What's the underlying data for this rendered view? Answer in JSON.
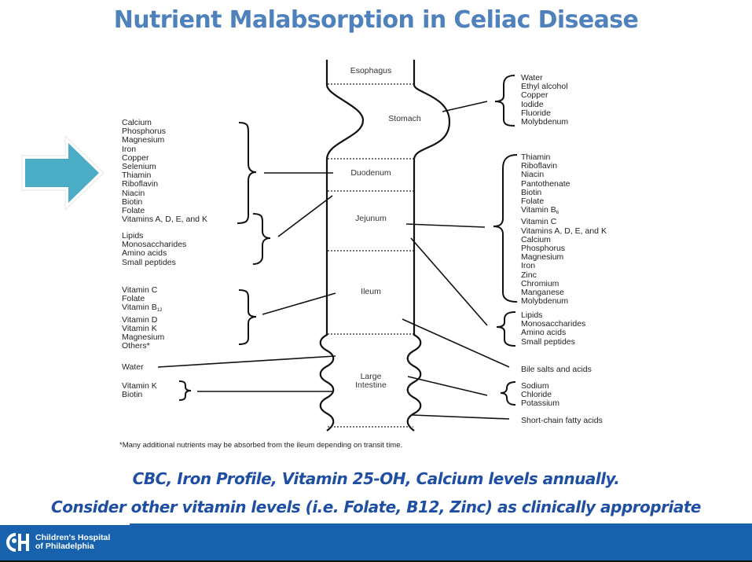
{
  "title": "Nutrient Malabsorption in Celiac Disease",
  "arrow_color": "#4bacc6",
  "segments": {
    "esophagus": "Esophagus",
    "stomach": "Stomach",
    "duodenum": "Duodenum",
    "jejunum": "Jejunum",
    "ileum": "Ileum",
    "large_intestine_1": "Large",
    "large_intestine_2": "Intestine"
  },
  "left_groups": {
    "duodenum": [
      "Calcium",
      "Phosphorus",
      "Magnesium",
      "Iron",
      "Copper",
      "Selenium",
      "Thiamin",
      "Riboflavin",
      "Niacin",
      "Biotin",
      "Folate",
      "Vitamins A, D, E, and K"
    ],
    "duodenum_jejunum": [
      "Lipids",
      "Monosaccharides",
      "Amino acids",
      "Small peptides"
    ],
    "ileum": [
      "Vitamin C",
      "Folate",
      "Vitamin B",
      "Vitamin D",
      "Vitamin K",
      "Magnesium",
      "Others*"
    ],
    "ileum_b12_sub": "12",
    "water": "Water",
    "large_intestine": [
      "Vitamin K",
      "Biotin"
    ]
  },
  "right_groups": {
    "stomach": [
      "Water",
      "Ethyl alcohol",
      "Copper",
      "Iodide",
      "Fluoride",
      "Molybdenum"
    ],
    "jejunum": [
      "Thiamin",
      "Riboflavin",
      "Niacin",
      "Pantothenate",
      "Biotin",
      "Folate",
      "Vitamin B",
      "Vitamin C",
      "Vitamins A, D, E, and K",
      "Calcium",
      "Phosphorus",
      "Magnesium",
      "Iron",
      "Zinc",
      "Chromium",
      "Manganese",
      "Molybdenum"
    ],
    "jejunum_b6_sub": "6",
    "jejunum_ileum": [
      "Lipids",
      "Monosaccharides",
      "Amino acids",
      "Small peptides"
    ],
    "bile": "Bile salts and acids",
    "large_intestine": [
      "Sodium",
      "Chloride",
      "Potassium"
    ],
    "scfa": "Short-chain fatty acids"
  },
  "footnote": "*Many additional nutrients may be absorbed from the ileum depending on transit time.",
  "notes": {
    "line1": "CBC, Iron Profile, Vitamin 25-OH, Calcium levels annually.",
    "line2": "Consider other vitamin levels (i.e. Folate, B12, Zinc) as clinically appropriate"
  },
  "footer": {
    "org_line1": "Children's Hospital",
    "org_line2": "of Philadelphia",
    "bar_color": "#1862ad"
  }
}
